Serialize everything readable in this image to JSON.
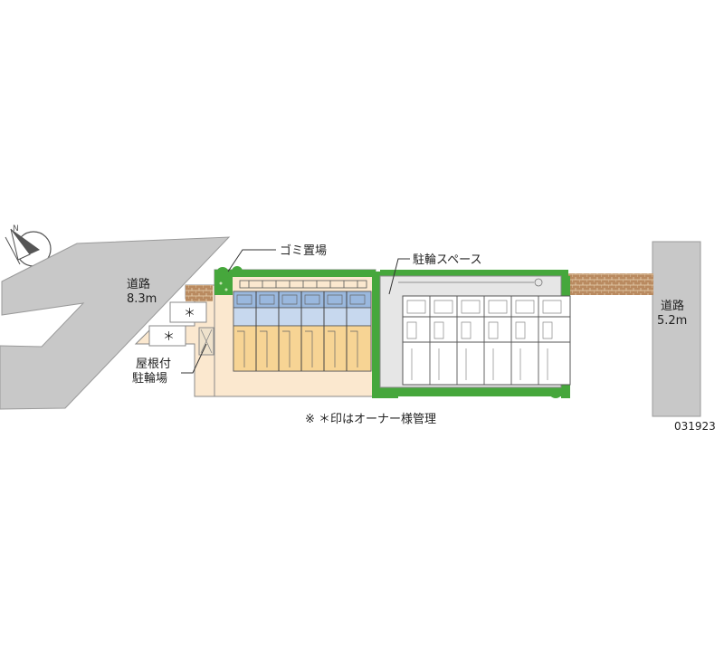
{
  "labels": {
    "garbage": "ゴミ置場",
    "bicycle_space": "駐輪スペース",
    "road_left_name": "道路",
    "road_left_width": "8.3m",
    "road_right_name": "道路",
    "road_right_width": "5.2m",
    "covered_bike_line1": "屋根付",
    "covered_bike_line2": "駐輪場",
    "owner_mark_1": "＊",
    "owner_mark_2": "＊",
    "note": "※ ＊印はオーナー様管理",
    "code": "031923"
  },
  "icons": {
    "compass": "compass-icon"
  },
  "colors": {
    "road": "#c8c8c8",
    "ground": "#fbe8cf",
    "brick": "#b9875d",
    "green": "#46a73c",
    "building_room": "#f7d494",
    "building_blue": "#9ab8de",
    "parking": "#e6e6e6"
  }
}
